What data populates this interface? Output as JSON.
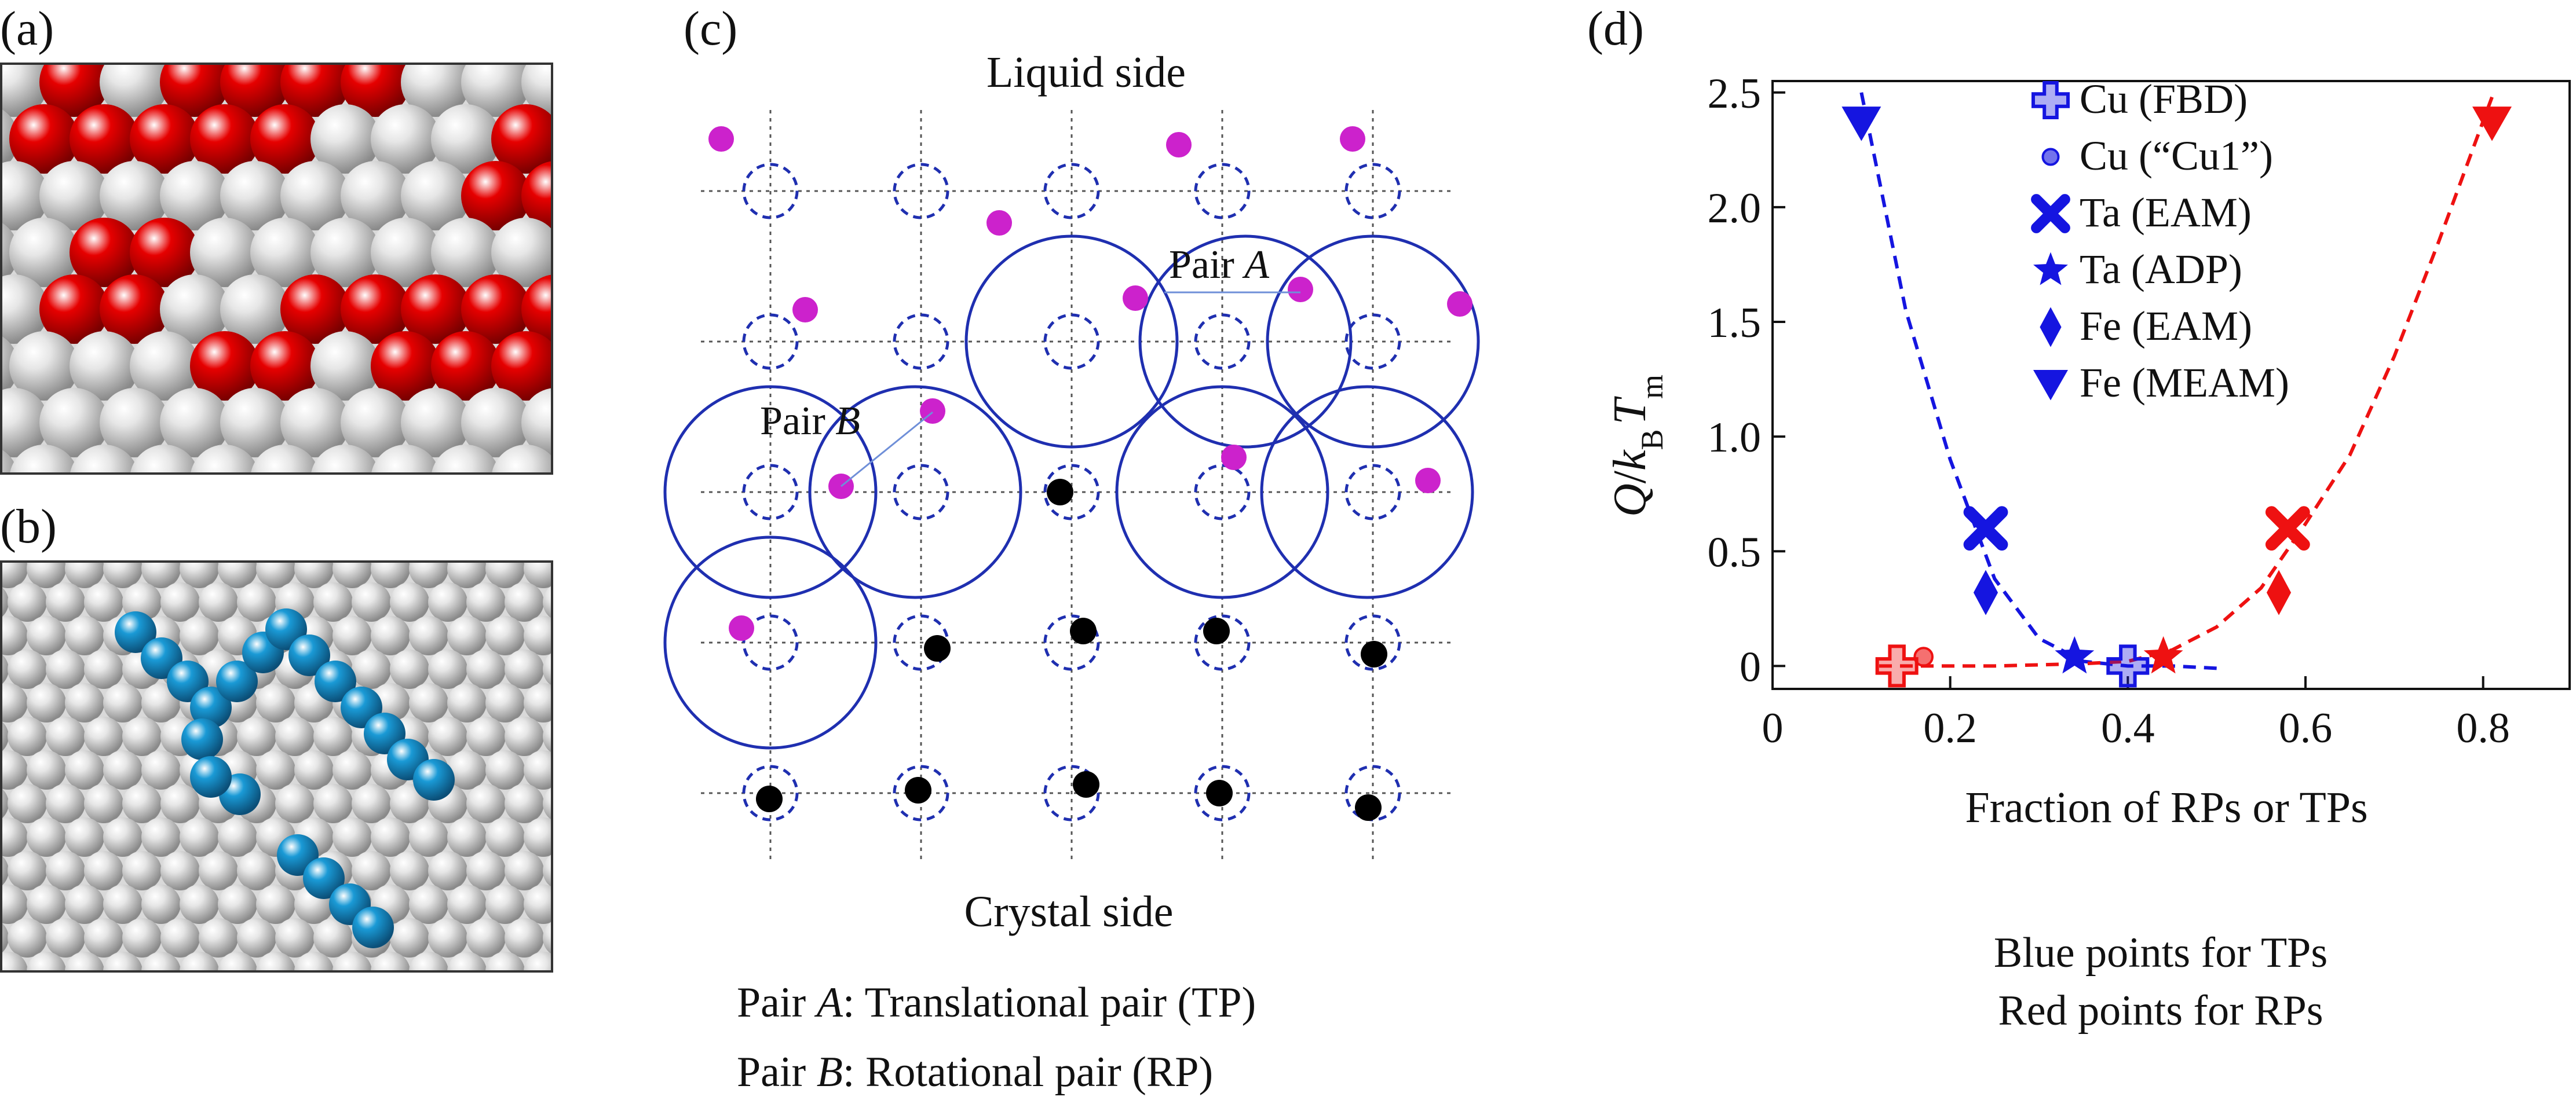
{
  "panels": {
    "a": "(a)",
    "b": "(b)",
    "c": "(c)",
    "d": "(d)"
  },
  "panel_c": {
    "top_label": "Liquid side",
    "bottom_label": "Crystal side",
    "pair_a_prefix": "Pair ",
    "pair_a_letter": "A",
    "pair_b_prefix": "Pair ",
    "pair_b_letter": "B",
    "caption_line1_letter": "A",
    "caption_line1_prefix": "Pair ",
    "caption_line1_rest": ": Translational pair (TP)",
    "caption_line2_letter": "B",
    "caption_line2_prefix": "Pair ",
    "caption_line2_rest": ": Rotational pair (RP)"
  },
  "colors": {
    "red_atom": "#e60000",
    "blue_atom": "#1a9ad6",
    "white_atom": "#e6e6e6",
    "magenta": "#cc22cc",
    "circle_blue": "#1f2fb0",
    "tp_blue": "#1515e0",
    "rp_red": "#ee1111"
  },
  "chart_data": {
    "type": "scatter",
    "xlabel": "Fraction of RPs or TPs",
    "ylabel_q": "Q",
    "ylabel_k": "k",
    "ylabel_b": "B",
    "ylabel_t": "T",
    "ylabel_m": "m",
    "xlim": [
      0,
      0.9
    ],
    "ylim": [
      -0.1,
      2.55
    ],
    "x_ticks": [
      0,
      0.2,
      0.4,
      0.6,
      0.8
    ],
    "x_tick_labels": [
      "0",
      "0.2",
      "0.4",
      "0.6",
      "0.8"
    ],
    "y_ticks": [
      0,
      0.5,
      1.0,
      1.5,
      2.0,
      2.5
    ],
    "y_tick_labels": [
      "0",
      "0.5",
      "1.0",
      "1.5",
      "2.0",
      "2.5"
    ],
    "legend_position": "top-center",
    "legend": [
      {
        "name": "Cu (FBD)",
        "marker": "hollow-cross"
      },
      {
        "name": "Cu (“Cu1”)",
        "marker": "small-circle"
      },
      {
        "name": "Ta (EAM)",
        "marker": "x"
      },
      {
        "name": "Ta (ADP)",
        "marker": "star"
      },
      {
        "name": "Fe (EAM)",
        "marker": "diamond"
      },
      {
        "name": "Fe (MEAM)",
        "marker": "triangle-down"
      }
    ],
    "series": [
      {
        "group": "TP",
        "color": "#1515e0",
        "points": [
          {
            "model": "Cu (FBD)",
            "marker": "hollow-cross",
            "x": 0.4,
            "y": 0.0
          },
          {
            "model": "Ta (EAM)",
            "marker": "x",
            "x": 0.24,
            "y": 0.6
          },
          {
            "model": "Ta (ADP)",
            "marker": "star",
            "x": 0.34,
            "y": 0.04
          },
          {
            "model": "Fe (EAM)",
            "marker": "diamond",
            "x": 0.24,
            "y": 0.32
          },
          {
            "model": "Fe (MEAM)",
            "marker": "triangle-down",
            "x": 0.1,
            "y": 2.37
          }
        ],
        "fit": [
          [
            0.1,
            2.5
          ],
          [
            0.15,
            1.55
          ],
          [
            0.2,
            0.9
          ],
          [
            0.25,
            0.38
          ],
          [
            0.3,
            0.12
          ],
          [
            0.35,
            0.02
          ],
          [
            0.4,
            0.0
          ],
          [
            0.45,
            0.0
          ],
          [
            0.5,
            -0.01
          ]
        ]
      },
      {
        "group": "RP",
        "color": "#ee1111",
        "points": [
          {
            "model": "Cu (FBD)",
            "marker": "hollow-cross",
            "x": 0.14,
            "y": 0.0
          },
          {
            "model": "Cu (“Cu1”)",
            "marker": "small-circle",
            "x": 0.17,
            "y": 0.04
          },
          {
            "model": "Ta (EAM)",
            "marker": "x",
            "x": 0.58,
            "y": 0.6
          },
          {
            "model": "Ta (ADP)",
            "marker": "star",
            "x": 0.44,
            "y": 0.04
          },
          {
            "model": "Fe (EAM)",
            "marker": "diamond",
            "x": 0.57,
            "y": 0.32
          },
          {
            "model": "Fe (MEAM)",
            "marker": "triangle-down",
            "x": 0.81,
            "y": 2.37
          }
        ],
        "fit": [
          [
            0.12,
            0.0
          ],
          [
            0.25,
            0.0
          ],
          [
            0.35,
            0.01
          ],
          [
            0.4,
            0.02
          ],
          [
            0.45,
            0.07
          ],
          [
            0.5,
            0.17
          ],
          [
            0.55,
            0.34
          ],
          [
            0.6,
            0.62
          ],
          [
            0.65,
            0.92
          ],
          [
            0.7,
            1.35
          ],
          [
            0.75,
            1.85
          ],
          [
            0.81,
            2.48
          ]
        ]
      }
    ],
    "notes": [
      "Blue points for TPs",
      "Red points for RPs"
    ]
  }
}
